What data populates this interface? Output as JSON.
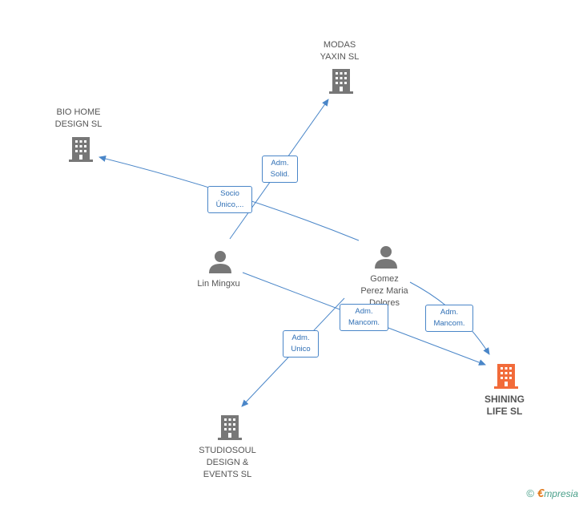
{
  "nodes": {
    "modas": {
      "label": "MODAS\nYAXIN SL",
      "type": "company"
    },
    "bio_home": {
      "label": "BIO HOME\nDESIGN SL",
      "type": "company"
    },
    "lin": {
      "label": "Lin Mingxu",
      "type": "person"
    },
    "gomez": {
      "label": "Gomez\nPerez Maria\nDolores",
      "type": "person"
    },
    "shining": {
      "label": "SHINING\nLIFE SL",
      "type": "company-main"
    },
    "studiosoul": {
      "label": "STUDIOSOUL\nDESIGN &\nEVENTS SL",
      "type": "company"
    }
  },
  "edges": {
    "lin_modas": "Adm.\nSolid.",
    "gomez_bio": "Socio\nÚnico,...",
    "lin_shining": "Adm.\nMancom.",
    "gomez_shining": "Adm.\nMancom.",
    "gomez_studio": "Adm.\nUnico"
  },
  "colors": {
    "edge": "#4a86c8",
    "company_icon": "#777777",
    "main_company_icon": "#f26b3a",
    "person_icon": "#777777"
  },
  "footer": {
    "copyright_symbol": "©",
    "brand_initial": "€",
    "brand_rest": "mpresia"
  }
}
